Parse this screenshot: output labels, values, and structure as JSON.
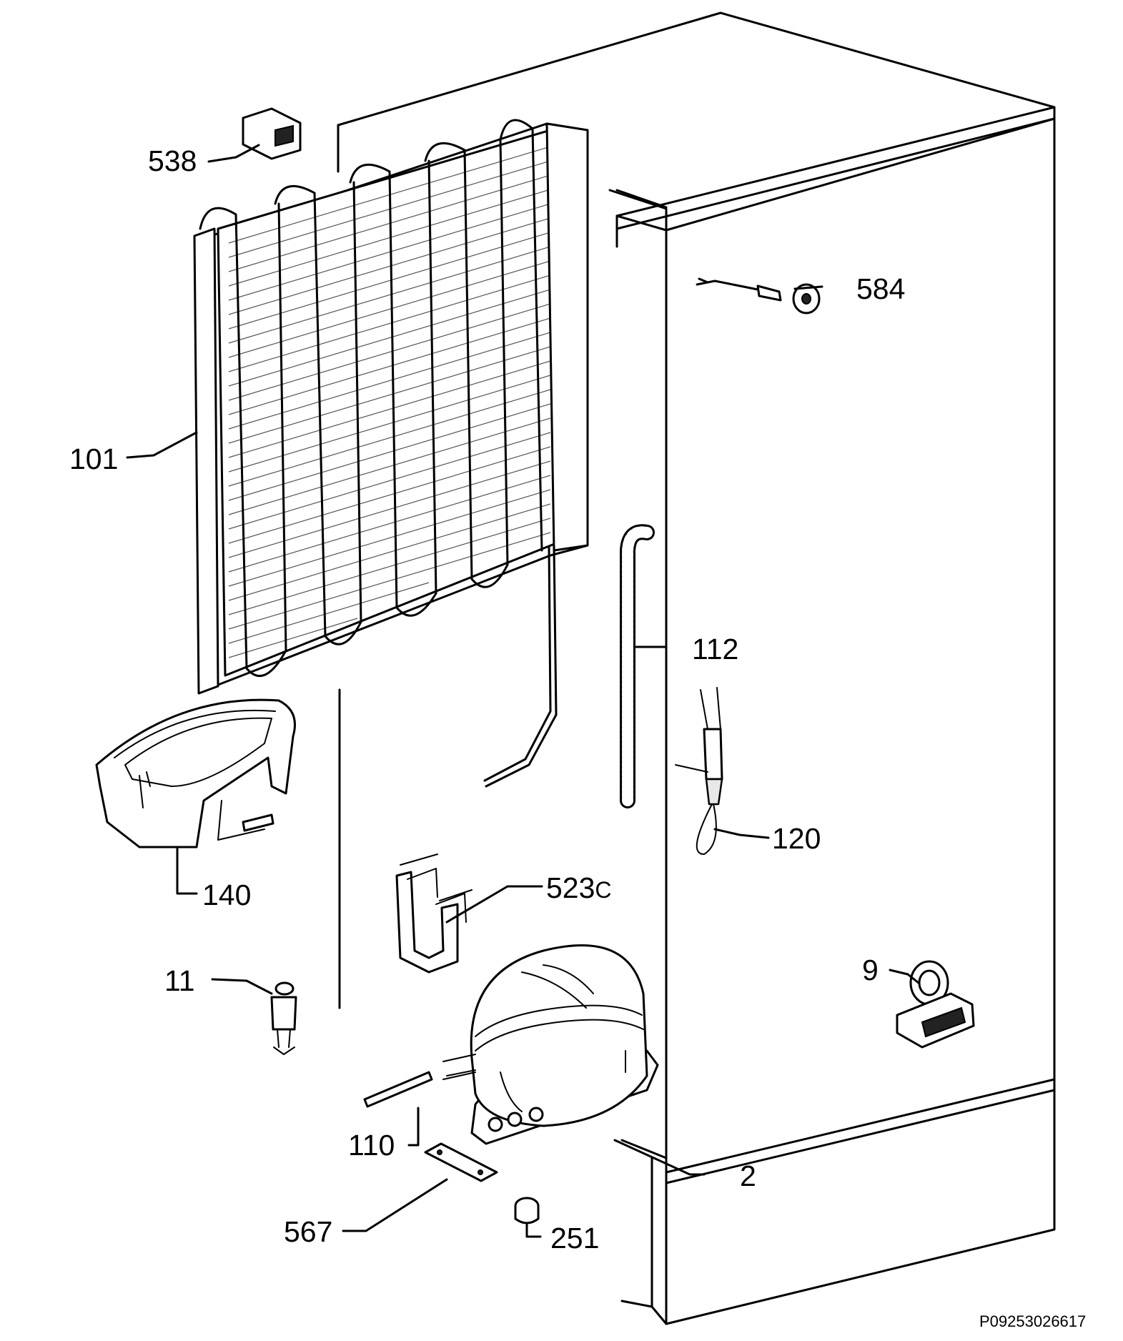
{
  "diagram": {
    "drawing_code": "P09253026617",
    "parts": [
      {
        "key": "p538",
        "label": "538"
      },
      {
        "key": "p584",
        "label": "584"
      },
      {
        "key": "p101",
        "label": "101"
      },
      {
        "key": "p112",
        "label": "112"
      },
      {
        "key": "p120",
        "label": "120"
      },
      {
        "key": "p140",
        "label": "140"
      },
      {
        "key": "p523",
        "label": "523",
        "suffix": "C"
      },
      {
        "key": "p11",
        "label": "11"
      },
      {
        "key": "p9",
        "label": "9"
      },
      {
        "key": "p110",
        "label": "110"
      },
      {
        "key": "p2",
        "label": "2"
      },
      {
        "key": "p567",
        "label": "567"
      },
      {
        "key": "p251",
        "label": "251"
      }
    ]
  }
}
